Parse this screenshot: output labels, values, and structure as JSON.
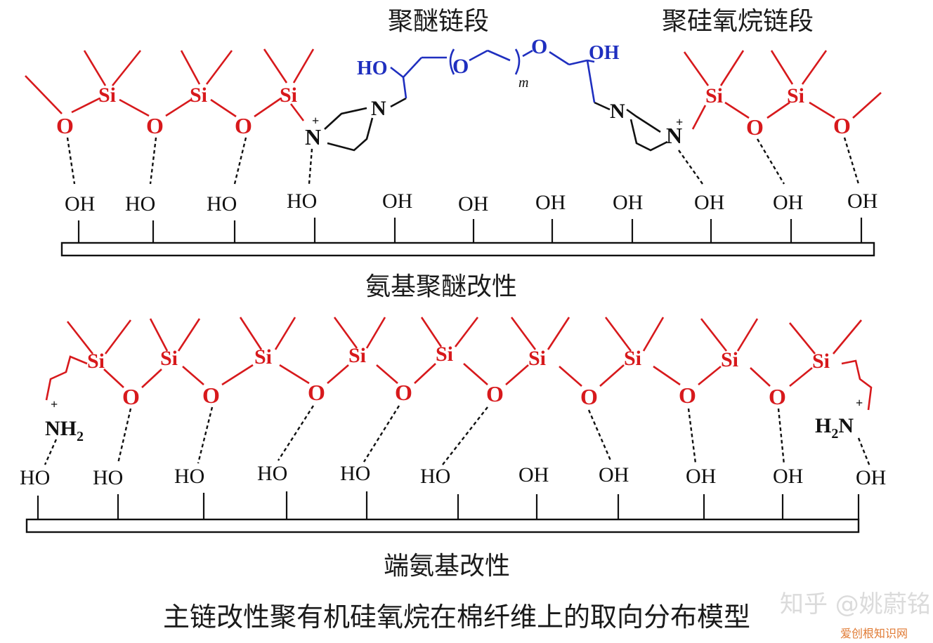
{
  "captions": {
    "polyether_segment": "聚醚链段",
    "polysiloxane_segment": "聚硅氧烷链段",
    "panel1_title": "氨基聚醚改性",
    "panel2_title": "端氨基改性",
    "figure_title": "主链改性聚有机硅氧烷在棉纤维上的取向分布模型"
  },
  "atoms": {
    "si": "Si",
    "o": "O",
    "n": "N",
    "ho": "HO",
    "oh": "OH",
    "nh2": "NH",
    "h2n_h": "H",
    "sub2": "2",
    "plus": "+",
    "m": "m"
  },
  "watermark": {
    "text": "知乎 @姚蔚铭",
    "site": "爱创根知识网"
  },
  "colors": {
    "siloxane": "#d7191c",
    "polyether": "#1f2fbf",
    "amine": "#111111",
    "substrate": "#111111"
  }
}
